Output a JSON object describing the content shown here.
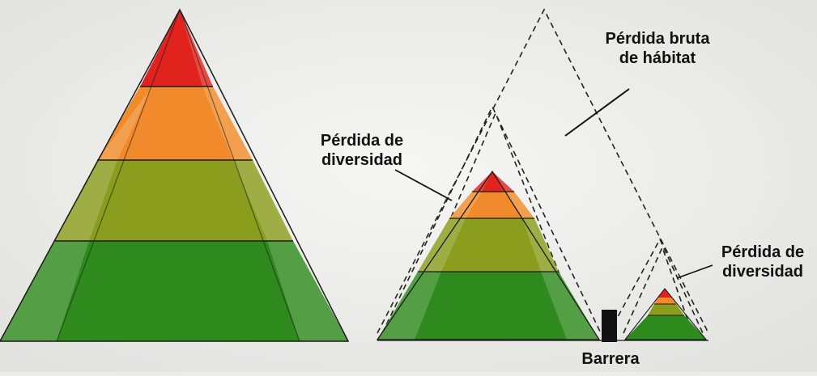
{
  "labels": {
    "gross_loss_line1": "Pérdida bruta",
    "gross_loss_line2": "de hábitat",
    "diversity_loss_left_line1": "Pérdida de",
    "diversity_loss_left_line2": "diversidad",
    "diversity_loss_right_line1": "Pérdida de",
    "diversity_loss_right_line2": "diversidad",
    "barrier": "Barrera"
  },
  "colors": {
    "red": "#e0231c",
    "orange": "#f08a2a",
    "olive": "#8a9d1c",
    "green": "#2f8a1e",
    "outline": "#1a1a1a",
    "barrier": "#111111"
  }
}
